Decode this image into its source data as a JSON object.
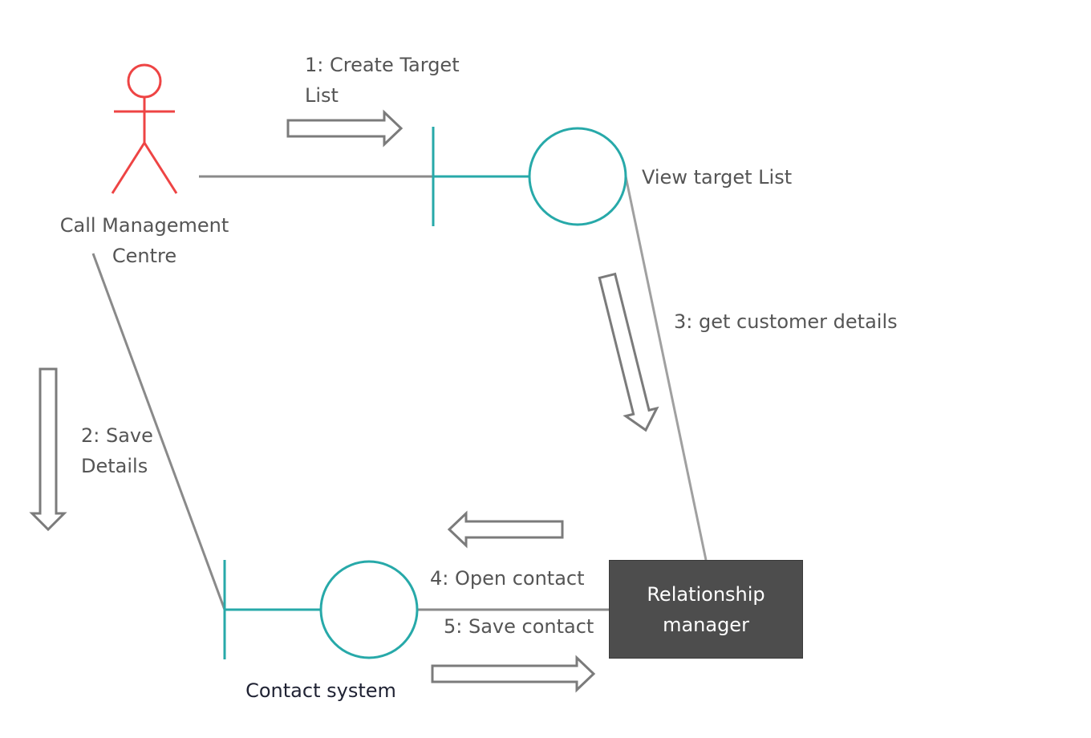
{
  "colors": {
    "actor": "#ee4444",
    "boundary": "#27a9a9",
    "connector": "#8a8a8a",
    "connector_light": "#a0a0a0",
    "arrow_stroke": "#7b7b7b",
    "label": "#555555",
    "dark_label": "#1f2233",
    "box_bg": "#4d4d4d",
    "box_text": "#ffffff"
  },
  "actor": {
    "name_line1": "Call Management",
    "name_line2": "Centre"
  },
  "boundaries": {
    "view_target": {
      "label": "View target List"
    },
    "contact_system": {
      "label": "Contact system"
    }
  },
  "entity": {
    "line1": "Relationship",
    "line2": "manager"
  },
  "messages": {
    "m1_line1": "1: Create Target",
    "m1_line2": "List",
    "m2_line1": "2: Save",
    "m2_line2": "Details",
    "m3": "3: get customer details",
    "m4": "4: Open contact",
    "m5": "5: Save contact"
  }
}
